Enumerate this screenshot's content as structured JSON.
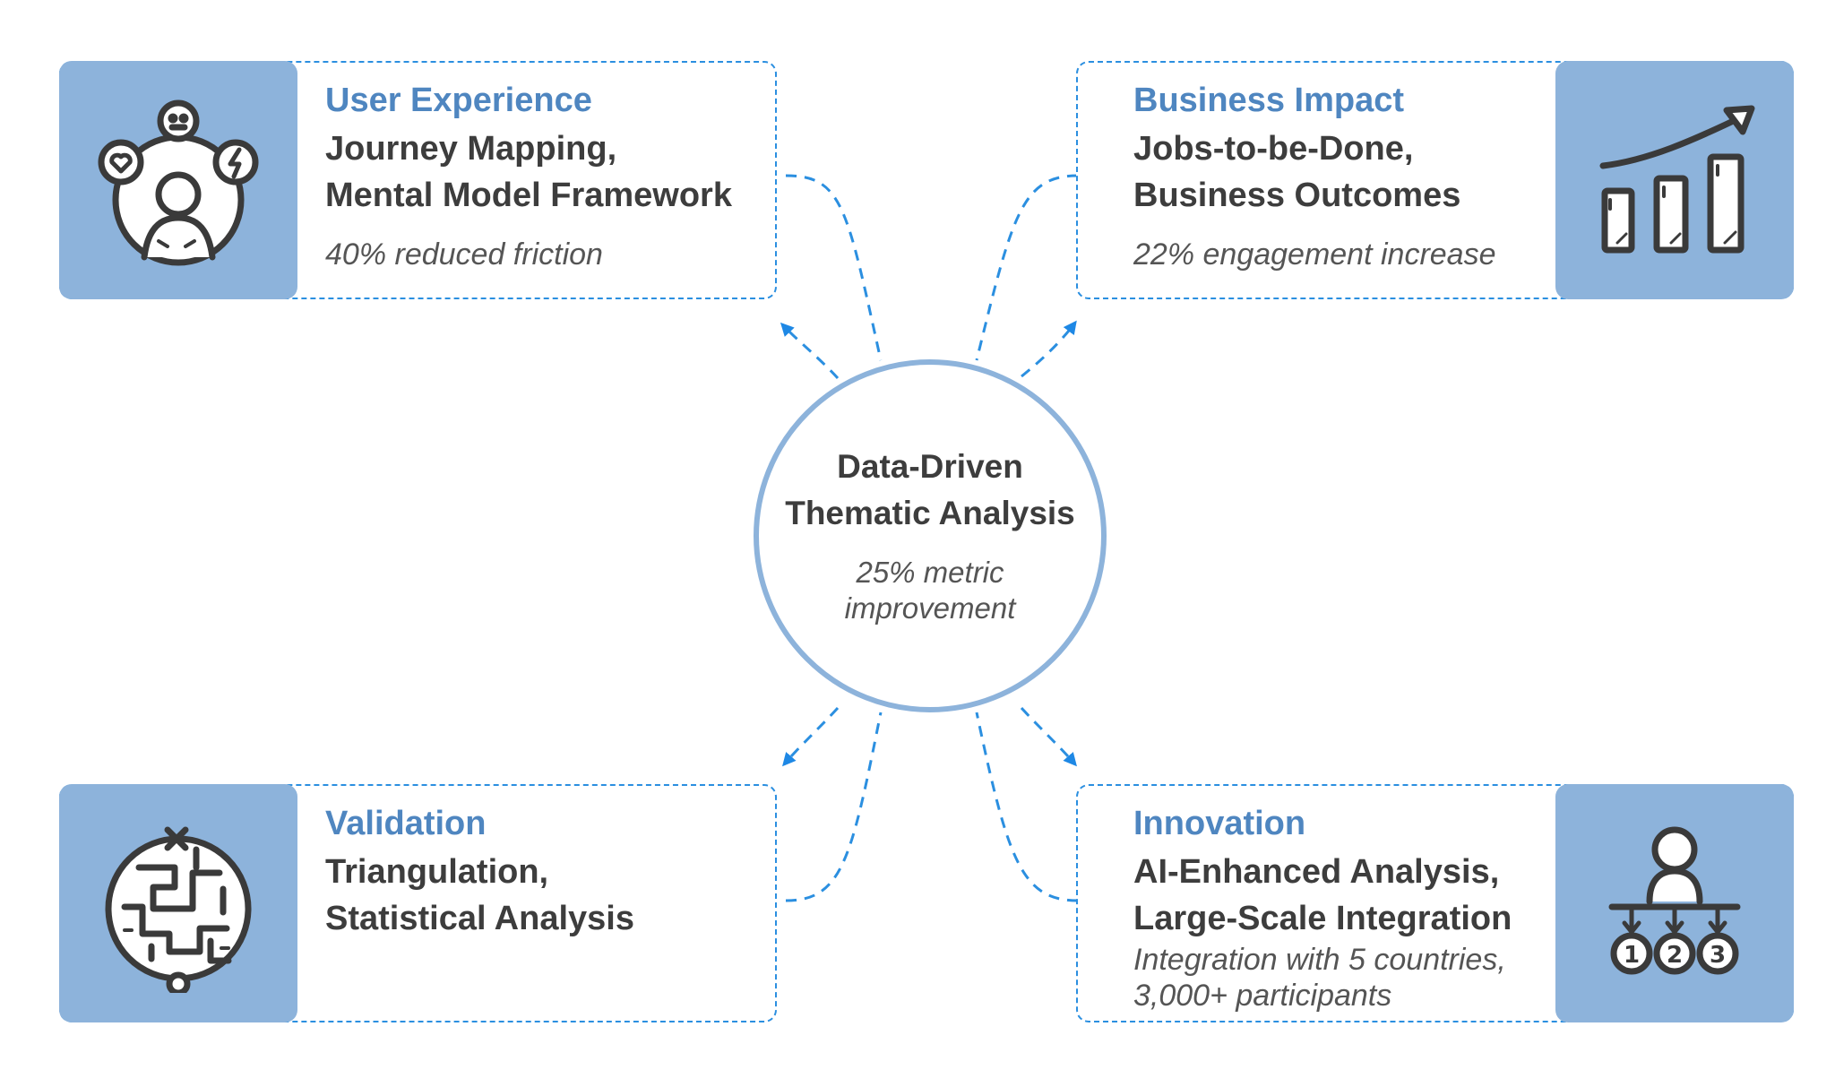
{
  "center": {
    "title_line1": "Data-Driven",
    "title_line2": "Thematic Analysis",
    "metric_line1": "25% metric",
    "metric_line2": "improvement"
  },
  "cards": {
    "user_experience": {
      "category": "User Experience",
      "method_line1": "Journey Mapping,",
      "method_line2": "Mental Model Framework",
      "metric": "40% reduced friction",
      "icon": "user-emotions-icon"
    },
    "business_impact": {
      "category": "Business Impact",
      "method_line1": "Jobs-to-be-Done,",
      "method_line2": "Business Outcomes",
      "metric": "22% engagement increase",
      "icon": "growth-chart-icon"
    },
    "validation": {
      "category": "Validation",
      "method_line1": "Triangulation,",
      "method_line2": "Statistical Analysis",
      "icon": "maze-icon"
    },
    "innovation": {
      "category": "Innovation",
      "method_line1": "AI-Enhanced Analysis,",
      "method_line2": "Large-Scale Integration",
      "metric_line1": "Integration with 5 countries,",
      "metric_line2": "3,000+ participants",
      "icon": "person-ranking-icon"
    }
  },
  "colors": {
    "accent_dashed": "#2b8fe0",
    "tile": "#8db3db",
    "category_text": "#4f86c0",
    "body_text": "#3d3d3d"
  }
}
